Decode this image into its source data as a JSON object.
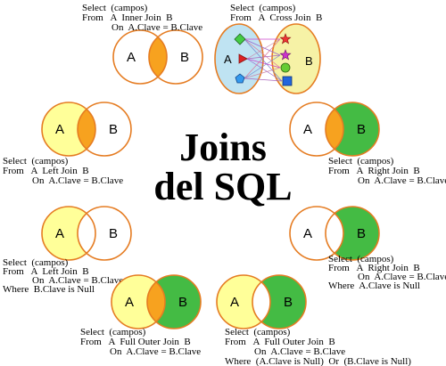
{
  "title_lines": [
    "Joins",
    "del SQL"
  ],
  "set_labels": {
    "a": "A",
    "b": "B"
  },
  "colors": {
    "yellow": "#ffff99",
    "orange": "#f7a21f",
    "green": "#44bb44",
    "ring": "#e57c22",
    "cross_left_fill": "#bfe3f2",
    "cross_right_fill": "#f6f2a6"
  },
  "joins": [
    {
      "id": "inner",
      "left": "none",
      "mid": "orange",
      "right": "none",
      "caption": [
        "Select  (campos)",
        "From   A  Inner Join  B",
        "            On  A.Clave = B.Clave"
      ]
    },
    {
      "id": "left",
      "left": "yellow",
      "mid": "orange",
      "right": "none",
      "caption": [
        "Select  (campos)",
        "From   A  Left Join  B",
        "            On  A.Clave = B.Clave"
      ]
    },
    {
      "id": "right",
      "left": "none",
      "mid": "orange",
      "right": "green",
      "caption": [
        "Select  (campos)",
        "From   A  Right Join  B",
        "            On  A.Clave = B.Clave"
      ]
    },
    {
      "id": "left-excl",
      "left": "yellow",
      "mid": "none",
      "right": "none",
      "caption": [
        "Select  (campos)",
        "From   A  Left Join  B",
        "            On  A.Clave = B.Clave",
        "Where  B.Clave is Null"
      ]
    },
    {
      "id": "right-excl",
      "left": "none",
      "mid": "none",
      "right": "green",
      "caption": [
        "Select  (campos)",
        "From   A  Right Join  B",
        "            On  A.Clave = B.Clave",
        "Where  A.Clave is Null"
      ]
    },
    {
      "id": "full",
      "left": "yellow",
      "mid": "orange",
      "right": "green",
      "caption": [
        "Select  (campos)",
        "From   A  Full Outer Join  B",
        "            On  A.Clave = B.Clave"
      ]
    },
    {
      "id": "full-excl",
      "left": "yellow",
      "mid": "none",
      "right": "green",
      "caption": [
        "Select  (campos)",
        "From   A  Full Outer Join  B",
        "            On  A.Clave = B.Clave",
        "Where  (A.Clave is Null)  Or  (B.Clave is Null)"
      ]
    },
    {
      "id": "cross",
      "left": "cross",
      "mid": "none",
      "right": "cross",
      "caption": [
        "Select  (campos)",
        "From   A  Cross Join  B"
      ]
    }
  ]
}
